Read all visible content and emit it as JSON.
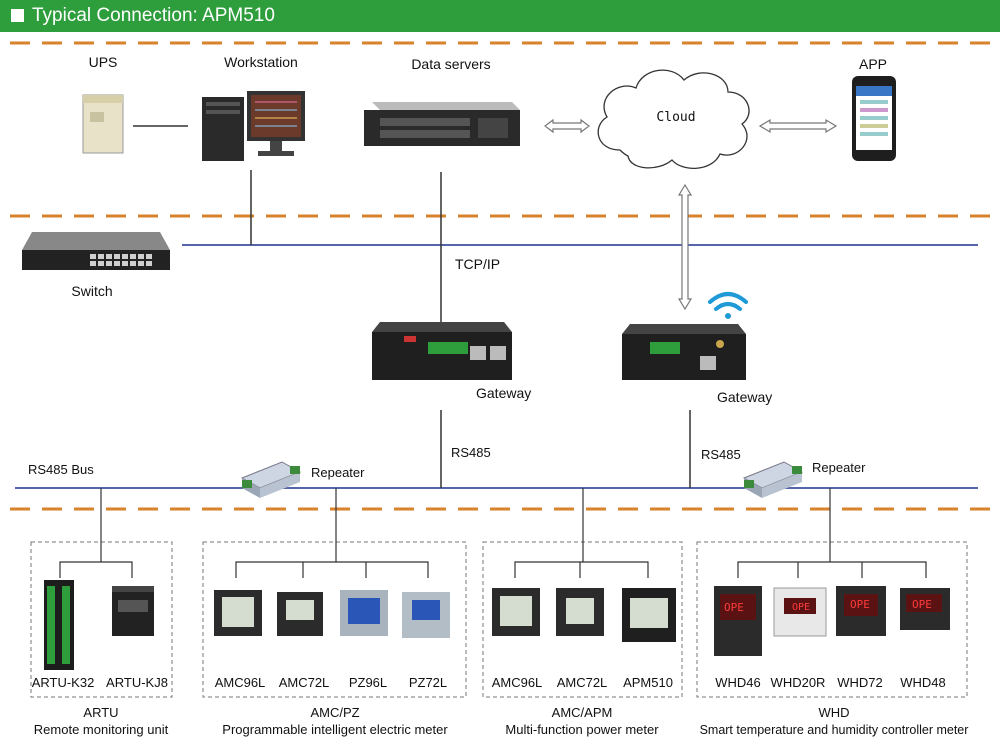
{
  "header": {
    "title": "Typical Connection: APM510"
  },
  "top": {
    "ups": "UPS",
    "workstation": "Workstation",
    "data_servers": "Data servers",
    "cloud": "Cloud",
    "app": "APP"
  },
  "network": {
    "switch": "Switch",
    "tcpip": "TCP/IP",
    "gateway_left": "Gateway",
    "gateway_right": "Gateway",
    "rs485_left": "RS485",
    "rs485_right": "RS485",
    "rs485_bus": "RS485 Bus",
    "repeater_left": "Repeater",
    "repeater_right": "Repeater"
  },
  "groups": [
    {
      "devices": [
        "ARTU-K32",
        "ARTU-KJ8"
      ],
      "name": "ARTU",
      "desc": "Remote monitoring unit"
    },
    {
      "devices": [
        "AMC96L",
        "AMC72L",
        "PZ96L",
        "PZ72L"
      ],
      "name": "AMC/PZ",
      "desc": "Programmable intelligent electric meter"
    },
    {
      "devices": [
        "AMC96L",
        "AMC72L",
        "APM510"
      ],
      "name": "AMC/APM",
      "desc": "Multi-function power meter"
    },
    {
      "devices": [
        "WHD46",
        "WHD20R",
        "WHD72",
        "WHD48"
      ],
      "name": "WHD",
      "desc": "Smart temperature and humidity controller meter"
    }
  ],
  "device_screens": {
    "whd": "OPE"
  },
  "colors": {
    "header": "#2e9e3c",
    "dash": "#d9822b",
    "bus": "#5566aa"
  }
}
